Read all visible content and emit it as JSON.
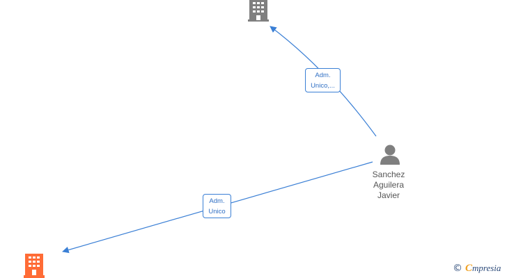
{
  "diagram": {
    "person": {
      "name_lines": [
        "Sanchez",
        "Aguilera",
        "Javier"
      ],
      "icon": "person-icon",
      "color": "#7f7f7f"
    },
    "companies": [
      {
        "id": "company-top",
        "icon": "building-icon",
        "color": "#7f7f7f"
      },
      {
        "id": "company-bottom",
        "icon": "building-icon",
        "color": "#ff6c36"
      }
    ],
    "edges": [
      {
        "to": "company-top",
        "label_lines": [
          "Adm.",
          "Unico,..."
        ]
      },
      {
        "to": "company-bottom",
        "label_lines": [
          "Adm.",
          "Unico"
        ]
      }
    ],
    "edge_color": "#3a7fd5"
  },
  "footer": {
    "copyright_symbol": "©",
    "brand_initial": "C",
    "brand_rest": "mpresia"
  }
}
